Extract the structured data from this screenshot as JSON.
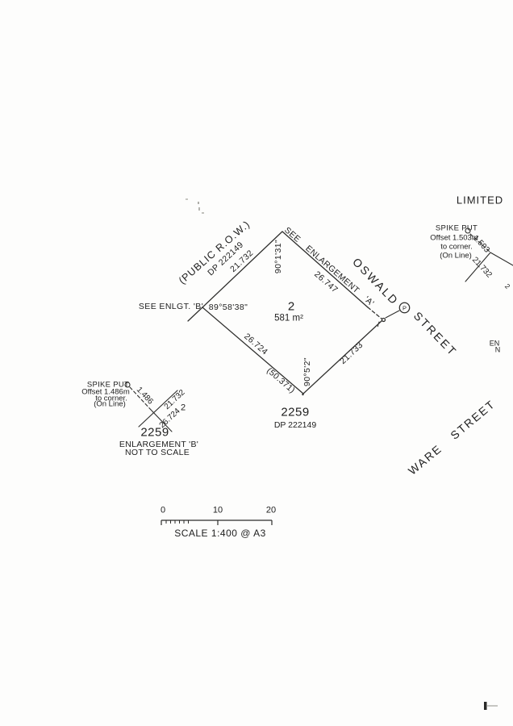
{
  "header": {
    "limited": "LIMITED"
  },
  "main_plan": {
    "row_name": "(PUBLIC R.O.W.)",
    "row_dp": "DP 222149",
    "dim_nw": "21.732",
    "dim_ne": "26.747",
    "dim_sw": "26.724",
    "dim_sw_total": "(50.371)",
    "dim_se": "21.733",
    "angle_top": "90°1'31\"",
    "angle_west": "89°58'38\"",
    "angle_south": "90°5'2\"",
    "see_enlargement_a": "SEE ENLARGEMENT 'A'",
    "see_enlgt_b": "SEE ENLGT. 'B'",
    "lot_number": "2",
    "lot_area": "581 m²",
    "parcel_number": "2259",
    "parcel_dp": "DP 222149",
    "monument_p": "P"
  },
  "streets": {
    "oswald": "OSWALD",
    "oswald_street": "STREET",
    "ware_street": "WARE STREET"
  },
  "enlargement_a": {
    "spike_title": "SPIKE PUT",
    "offset_l1": "Offset 1.503m",
    "offset_l2": "to corner.",
    "offset_l3": "(On Line)",
    "dim_offset": "1.503",
    "dim_edge": "21.732",
    "edge_fragment_1": "EN",
    "edge_fragment_2": "N",
    "edge_fragment_3": "2"
  },
  "enlargement_b": {
    "spike_title": "SPIKE PUT",
    "offset_l1": "Offset 1.486m",
    "offset_l2": "to corner.",
    "offset_l3": "(On Line)",
    "dim_offset": "1.486",
    "dim_edge_upper": "21.732",
    "dim_edge_lower": "26.724",
    "lot_number": "2",
    "parcel_number": "2259",
    "title": "ENLARGEMENT 'B'",
    "subtitle": "NOT TO SCALE"
  },
  "scale_bar": {
    "tick_0": "0",
    "tick_10": "10",
    "tick_20": "20",
    "caption": "SCALE 1:400 @ A3"
  }
}
